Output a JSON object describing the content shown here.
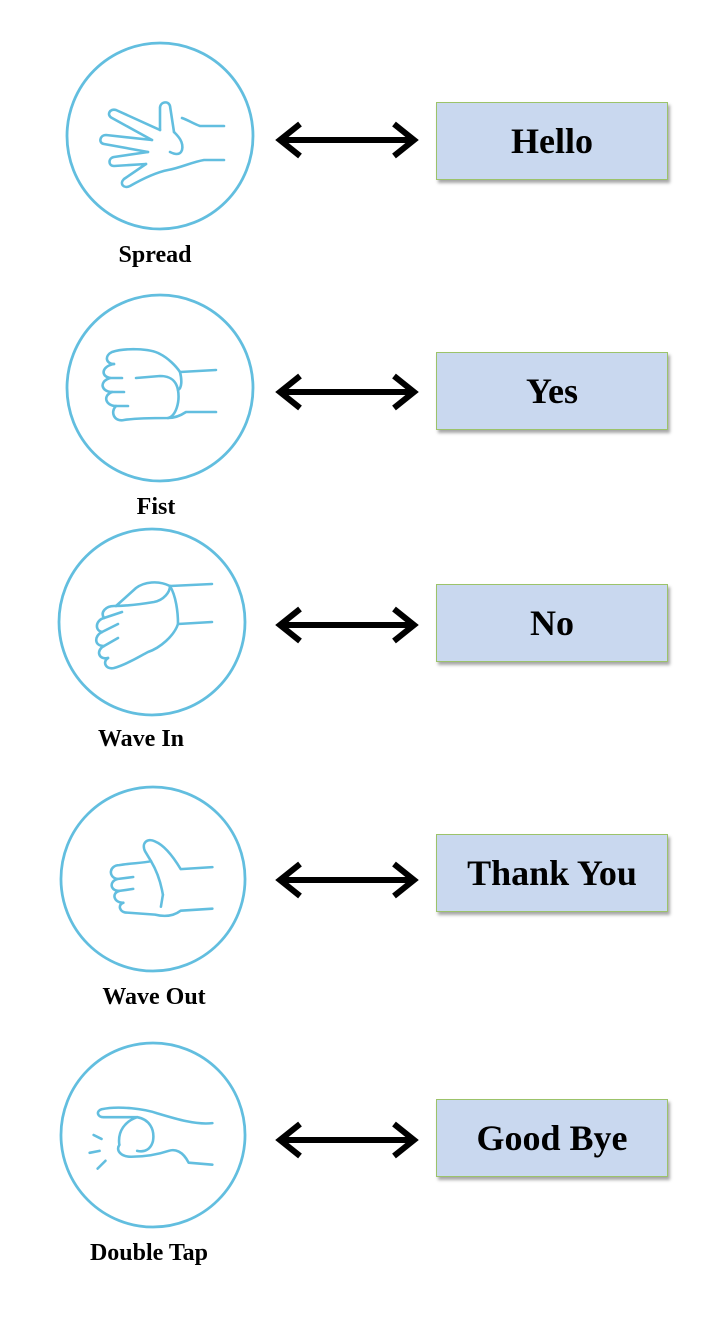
{
  "rows": [
    {
      "gesture": "Spread",
      "word": "Hello",
      "icon": "hand-spread-icon"
    },
    {
      "gesture": "Fist",
      "word": "Yes",
      "icon": "hand-fist-icon"
    },
    {
      "gesture": "Wave In",
      "word": "No",
      "icon": "hand-wave-in-icon"
    },
    {
      "gesture": "Wave Out",
      "word": "Thank You",
      "icon": "hand-wave-out-icon"
    },
    {
      "gesture": "Double Tap",
      "word": "Good Bye",
      "icon": "hand-double-tap-icon"
    }
  ],
  "colors": {
    "icon_stroke": "#62bedf",
    "box_fill": "#c9d8ef",
    "box_border": "#9cc36a",
    "arrow": "#000000"
  }
}
